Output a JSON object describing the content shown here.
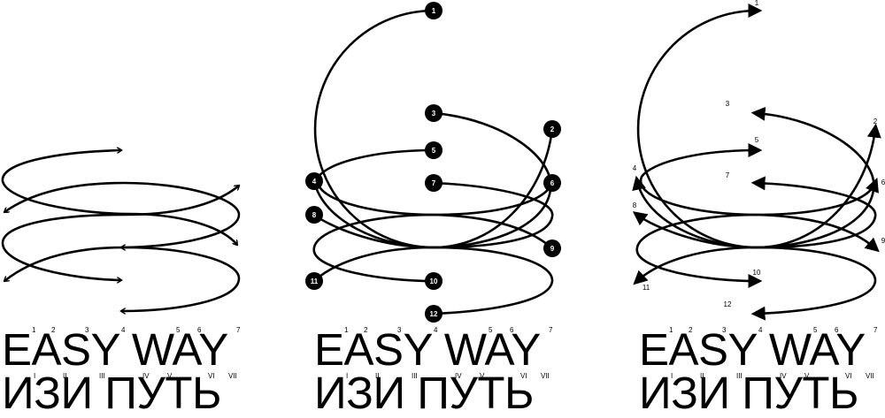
{
  "colors": {
    "stroke": "#000000",
    "node_fill": "#000000",
    "node_text": "#ffffff",
    "background": "#ffffff"
  },
  "panels": [
    {
      "id": "arrows-spiral",
      "style": "open-chevron-arrows"
    },
    {
      "id": "numbered-nodes",
      "style": "filled-circle-nodes"
    },
    {
      "id": "numbered-arrows",
      "style": "filled-triangle-arrows"
    }
  ],
  "node_labels": [
    "1",
    "2",
    "3",
    "4",
    "5",
    "6",
    "7",
    "8",
    "9",
    "10",
    "11",
    "12"
  ],
  "caption": {
    "latin": "EASY WAY",
    "cyrillic": "ИЗИ ПУТЬ",
    "latin_marks": [
      "1",
      "2",
      "3",
      "4",
      "5",
      "6",
      "7"
    ],
    "cyrillic_marks": [
      "I",
      "II",
      "III",
      "IV",
      "V",
      "VI",
      "VII"
    ]
  }
}
